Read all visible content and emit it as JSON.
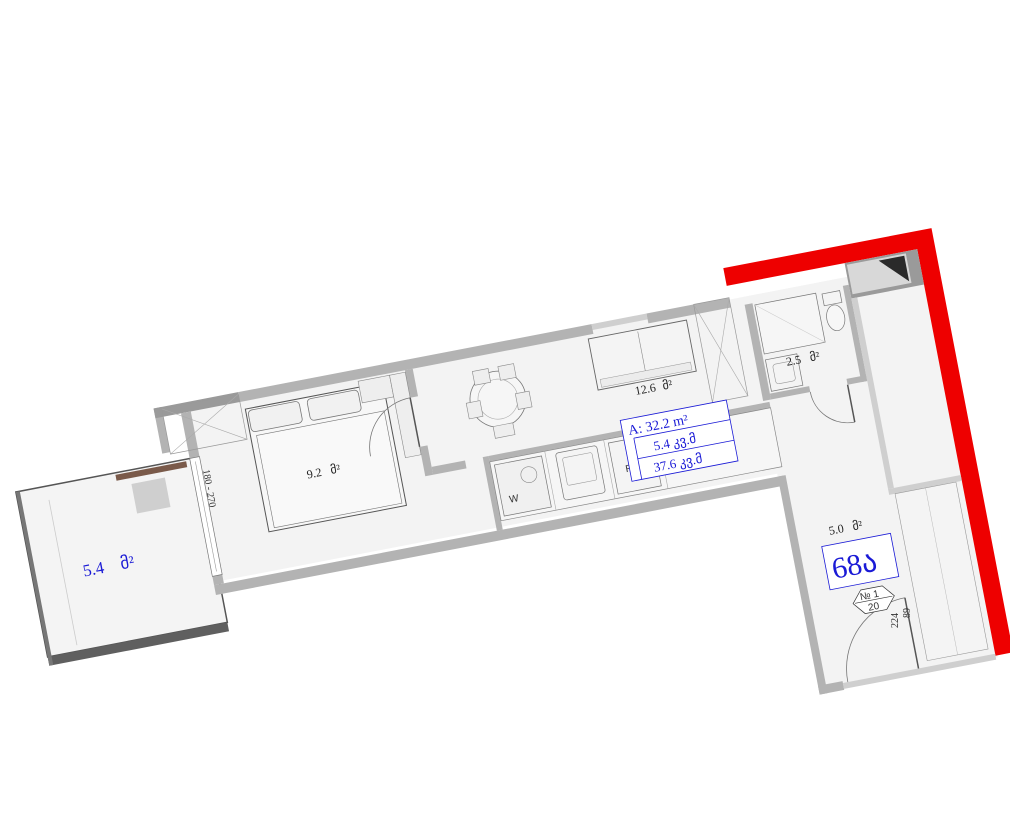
{
  "floor_plan": {
    "rooms": {
      "balcony": {
        "area": "5.4",
        "unit": "მ²"
      },
      "bedroom": {
        "area": "9.2",
        "unit": "მ²"
      },
      "living": {
        "area": "12.6",
        "unit": "მ²"
      },
      "bathroom": {
        "area": "2.5",
        "unit": "მ²"
      },
      "hall": {
        "area": "5.0",
        "unit": "მ²"
      }
    },
    "summary": {
      "total_area": "A: 32.2 m²",
      "line2": "5.4  კვ.მ",
      "line3": "37.6  კვ.მ"
    },
    "apartment_number": "68ა",
    "door_tag": {
      "number": "№ 1",
      "value": "20"
    },
    "dimensions": {
      "balcony_door": "180 - 270",
      "entry_top": "89",
      "entry_bottom": "224"
    },
    "appliance_labels": {
      "washer": "W",
      "fridge": "F"
    },
    "colors": {
      "wall": "#b3b3b3",
      "wall_dark": "#5f5f5f",
      "exterior_red": "#ee0000",
      "label_blue": "#1a1ad6",
      "fill": "#f3f3f3"
    }
  }
}
